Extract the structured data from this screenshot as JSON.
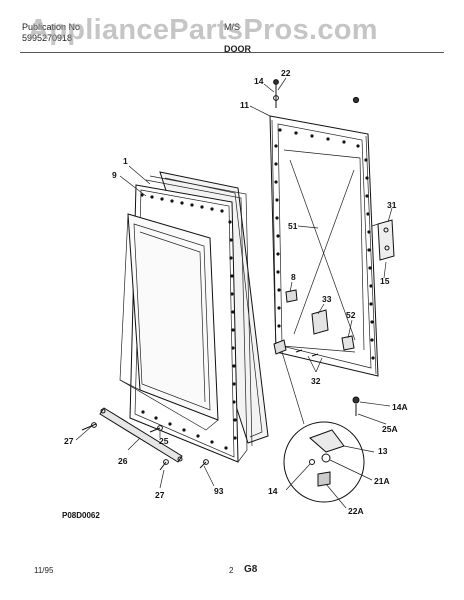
{
  "header": {
    "publication_label": "Publication No",
    "publication_number": "5995270918",
    "section_prefix": "M/S",
    "section_title": "DOOR"
  },
  "watermark": "AppliancePartsPros.com",
  "diagram": {
    "part_labels": [
      "1",
      "9",
      "11",
      "14",
      "22",
      "31",
      "51",
      "15",
      "8",
      "33",
      "52",
      "32",
      "14A",
      "25A",
      "13",
      "21A",
      "14",
      "22A",
      "27",
      "25",
      "26",
      "27",
      "93"
    ],
    "figure_code": "P08D0062"
  },
  "footer": {
    "date": "11/95",
    "page": "2",
    "code": "G8"
  }
}
